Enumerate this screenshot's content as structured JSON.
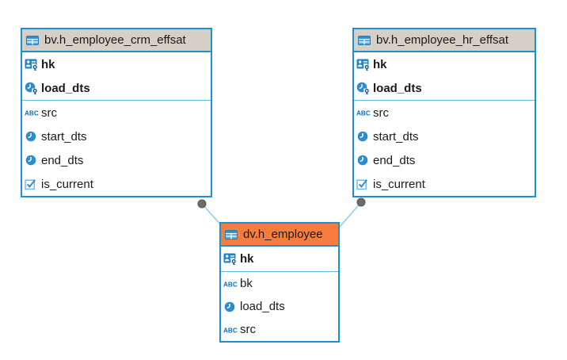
{
  "diagram": {
    "colors": {
      "table_border": "#1e90d0",
      "section_divider": "#66b9e6",
      "connector_line": "#94cbec",
      "connector_dot": "#6b6b6b",
      "gray_header": "#d5cfc6",
      "orange_header": "#f77d3e",
      "text": "#1a1a1a",
      "icon_blue": "#2d8ccb"
    },
    "tables": [
      {
        "title": "bv.h_employee_crm_effsat",
        "header_color": "#d5cfc6",
        "key_fields": [
          {
            "name": "hk",
            "type": "hash-key"
          },
          {
            "name": "load_dts",
            "type": "timestamp-key"
          }
        ],
        "fields": [
          {
            "name": "src",
            "type": "string"
          },
          {
            "name": "start_dts",
            "type": "timestamp"
          },
          {
            "name": "end_dts",
            "type": "timestamp"
          },
          {
            "name": "is_current",
            "type": "boolean"
          }
        ]
      },
      {
        "title": "bv.h_employee_hr_effsat",
        "header_color": "#d5cfc6",
        "key_fields": [
          {
            "name": "hk",
            "type": "hash-key"
          },
          {
            "name": "load_dts",
            "type": "timestamp-key"
          }
        ],
        "fields": [
          {
            "name": "src",
            "type": "string"
          },
          {
            "name": "start_dts",
            "type": "timestamp"
          },
          {
            "name": "end_dts",
            "type": "timestamp"
          },
          {
            "name": "is_current",
            "type": "boolean"
          }
        ]
      },
      {
        "title": "dv.h_employee",
        "header_color": "#f77d3e",
        "key_fields": [
          {
            "name": "hk",
            "type": "hash-key"
          }
        ],
        "fields": [
          {
            "name": "bk",
            "type": "string"
          },
          {
            "name": "load_dts",
            "type": "timestamp"
          },
          {
            "name": "src",
            "type": "string"
          }
        ]
      }
    ],
    "relationships": [
      {
        "from": "bv.h_employee_crm_effsat",
        "to": "dv.h_employee"
      },
      {
        "from": "bv.h_employee_hr_effsat",
        "to": "dv.h_employee"
      }
    ]
  }
}
